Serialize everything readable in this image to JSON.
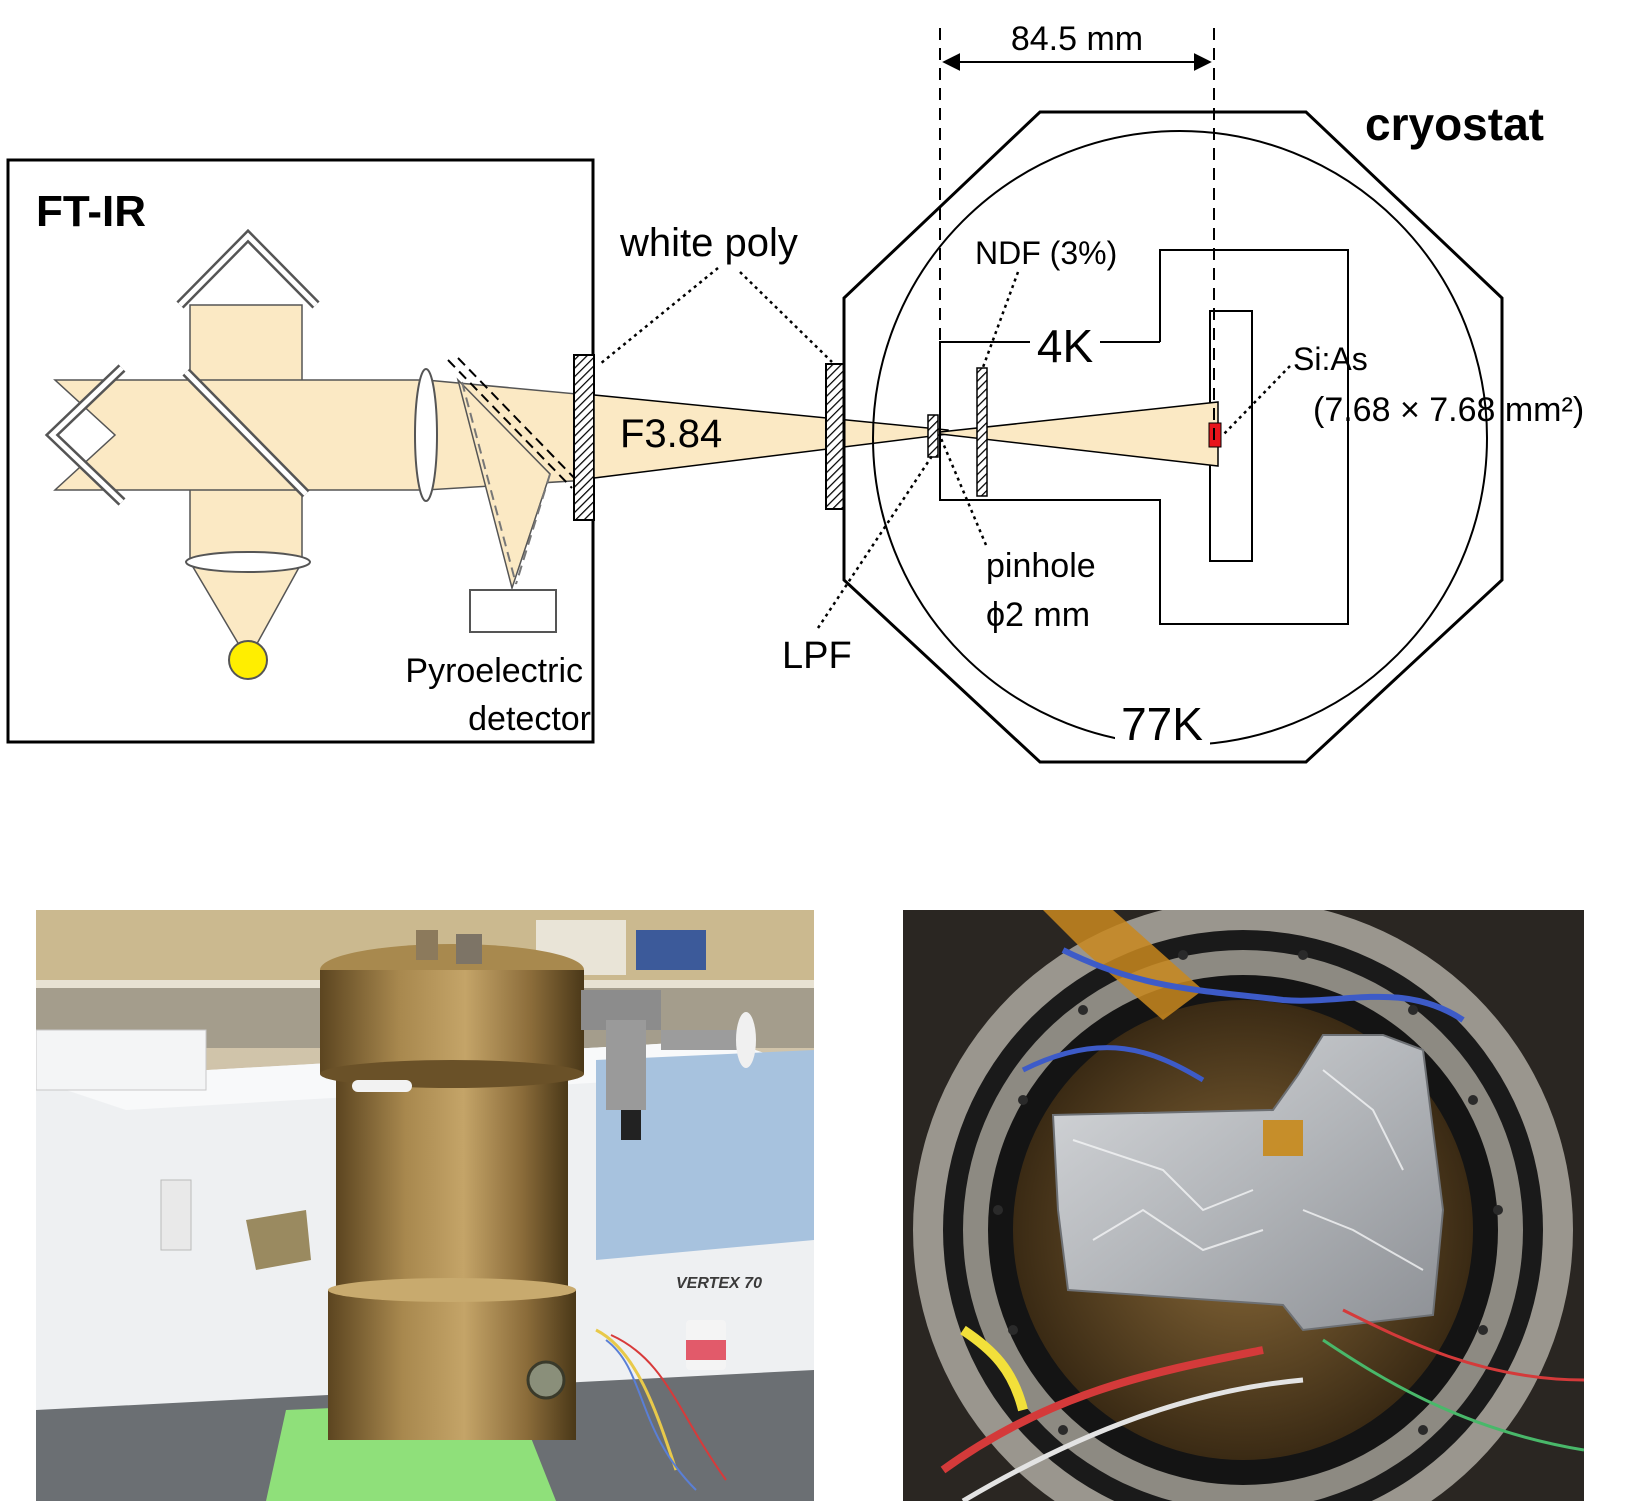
{
  "diagram": {
    "ftir_label": "FT-IR",
    "cryostat_label": "cryostat",
    "dimension_label": "84.5 mm",
    "white_poly_label": "white poly",
    "f_number_label": "F3.84",
    "ndf_label": "NDF (3%)",
    "stage_4k_label": "4K",
    "stage_77k_label": "77K",
    "detector_name": "Si:As",
    "detector_size": "(7.68 × 7.68 mm²)",
    "pinhole_label": "pinhole",
    "pinhole_size": "ϕ2 mm",
    "lpf_label": "LPF",
    "pyro_label_line1": "Pyroelectric",
    "pyro_label_line2": "detector",
    "colors": {
      "beam": "#fbe9c4",
      "source": "#ffee00",
      "detector_chip": "#e8141b",
      "outline": "#000000"
    }
  },
  "photos": {
    "left": {
      "instrument_text": "VERTEX 70"
    },
    "right": {}
  }
}
